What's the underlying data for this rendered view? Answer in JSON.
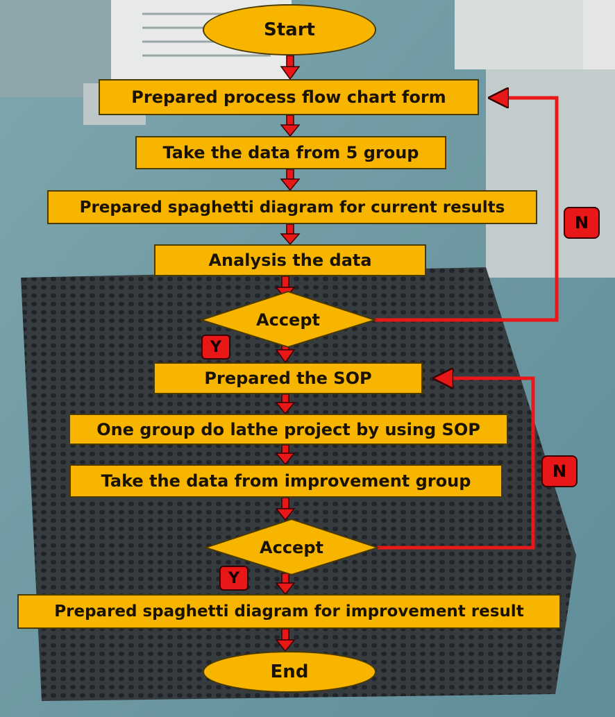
{
  "nodes": {
    "start": "Start",
    "step1": "Prepared process flow chart form",
    "step2": "Take the data from 5 group",
    "step3": "Prepared spaghetti diagram for current results",
    "step4": "Analysis the data",
    "decision1": "Accept",
    "step5": "Prepared the SOP",
    "step6": "One group do lathe project  by using  SOP",
    "step7": "Take the data from improvement group",
    "decision2": "Accept",
    "step8": "Prepared spaghetti diagram for improvement result",
    "end": "End"
  },
  "badges": {
    "yes1": "Y",
    "no1": "N",
    "yes2": "Y",
    "no2": "N"
  },
  "colors": {
    "node_fill": "#f7b500",
    "arrow_red": "#e81818",
    "background": "#6f97a0"
  }
}
